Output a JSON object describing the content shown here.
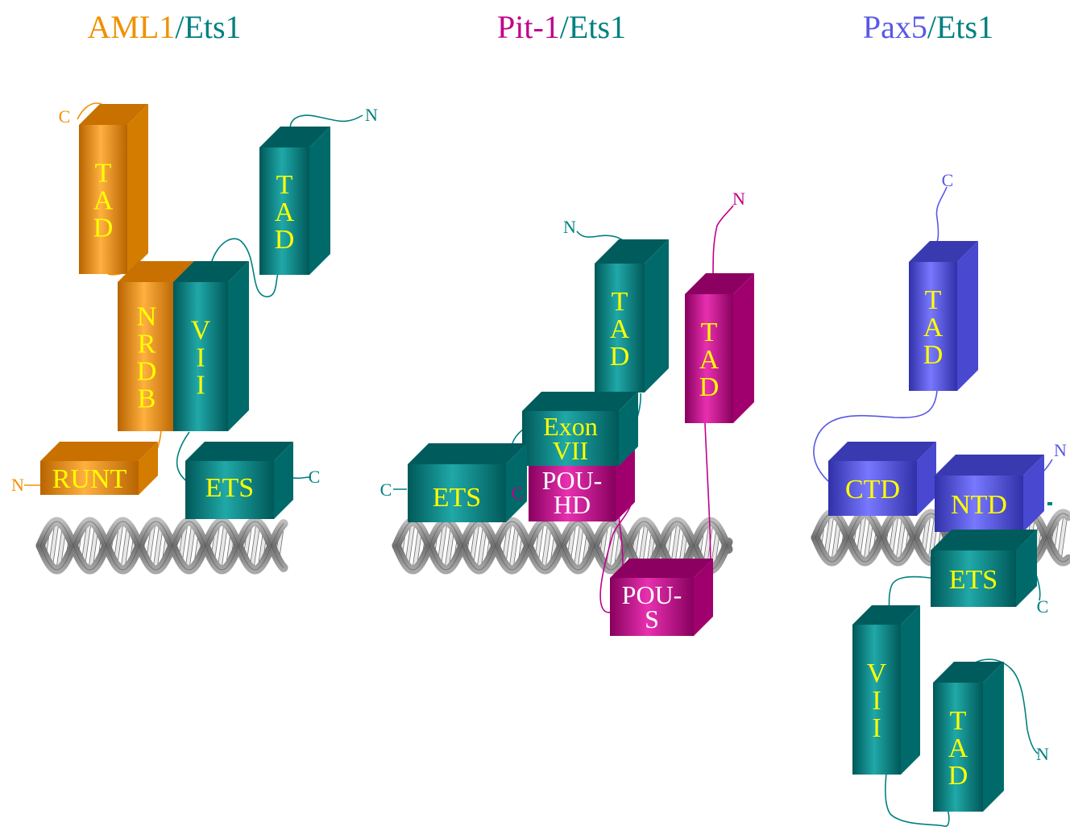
{
  "colors": {
    "aml1": "#F09000",
    "ets1": "#008080",
    "pit1": "#C0008A",
    "pax5": "#5858E6",
    "box_text": "#FFFF00",
    "white_text": "#FFFFFF",
    "dna": "#8A8A8A"
  },
  "panels": {
    "aml1": {
      "title_left": "AML1",
      "title_sep": "/",
      "title_right": "Ets1",
      "domains": {
        "tad_aml": [
          "T",
          "A",
          "D"
        ],
        "tad_ets": [
          "T",
          "A",
          "D"
        ],
        "nrdb": [
          "N",
          "R",
          "D",
          "B"
        ],
        "vii": [
          "V",
          "I",
          "I"
        ],
        "runt": "RUNT",
        "ets": "ETS"
      },
      "termini": {
        "aml_c": "C",
        "ets_n": "N",
        "runt_n": "N",
        "ets_c": "C"
      }
    },
    "pit1": {
      "title_left": "Pit-1",
      "title_sep": "/",
      "title_right": "Ets1",
      "domains": {
        "tad_ets": [
          "T",
          "A",
          "D"
        ],
        "tad_pit": [
          "T",
          "A",
          "D"
        ],
        "exon7": [
          "Exon",
          "VII"
        ],
        "ets": "ETS",
        "pouhd": [
          "POU-",
          "HD"
        ],
        "pous": [
          "POU-",
          "S"
        ]
      },
      "termini": {
        "ets_n": "N",
        "pit_n": "N",
        "ets_c": "C",
        "pou_c": "C"
      }
    },
    "pax5": {
      "title_left": "Pax5",
      "title_sep": "/",
      "title_right": "Ets1",
      "domains": {
        "tad_pax": [
          "T",
          "A",
          "D"
        ],
        "ctd": "CTD",
        "ntd": "NTD",
        "ets": "ETS",
        "vii": [
          "V",
          "I",
          "I"
        ],
        "tad_ets": [
          "T",
          "A",
          "D"
        ]
      },
      "termini": {
        "pax_c": "C",
        "ntd_n": "N",
        "ets_c": "C",
        "tad_n": "N"
      }
    }
  }
}
